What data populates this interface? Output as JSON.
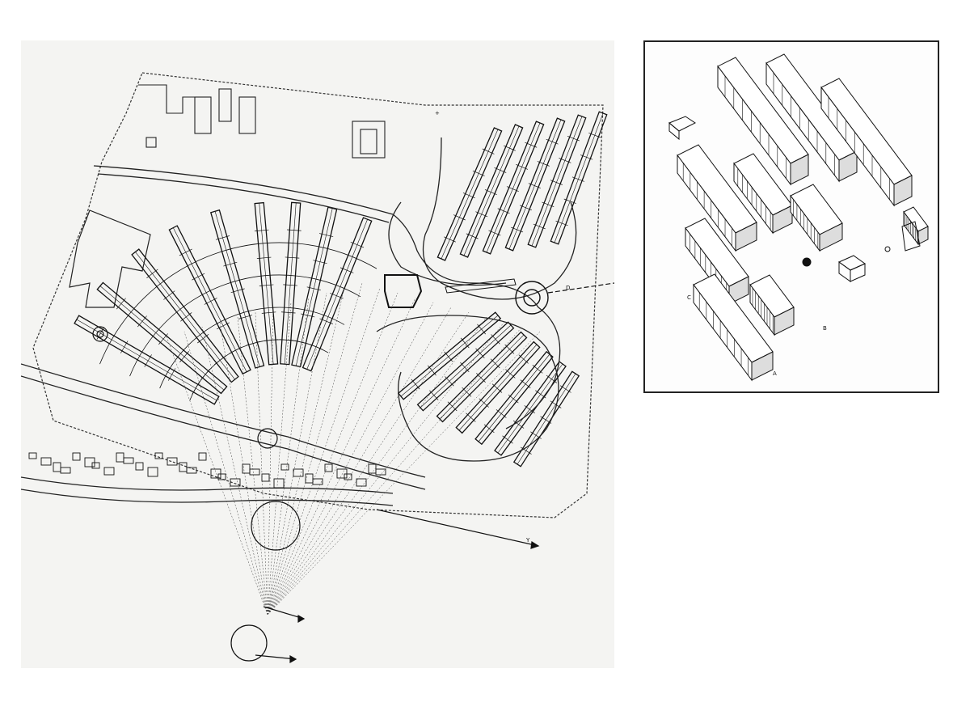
{
  "site_plan": {
    "markers": {
      "north": "+",
      "west": "D",
      "southeast": "Y"
    }
  },
  "axonometric": {
    "labels": {
      "a": "A",
      "b": "B",
      "c": "C"
    }
  },
  "colors": {
    "ink": "#111111",
    "paper": "#f4f4f2",
    "frame": "#222222"
  }
}
